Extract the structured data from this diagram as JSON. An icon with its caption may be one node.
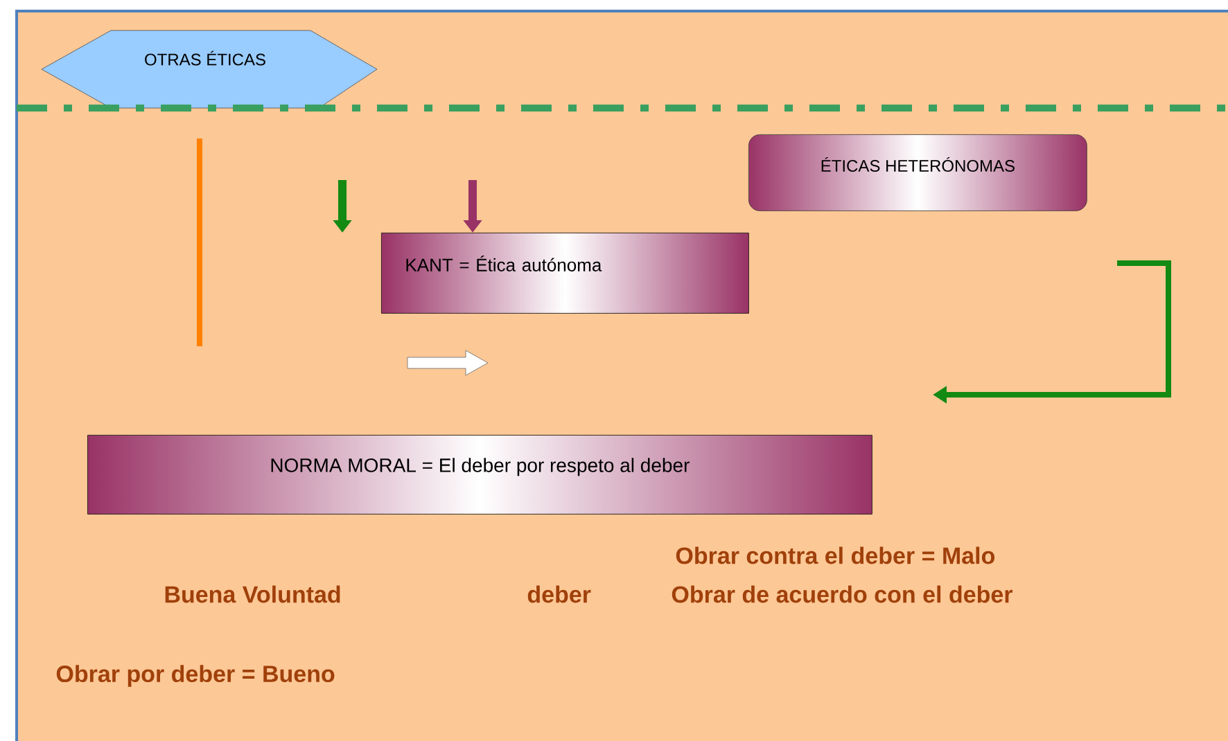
{
  "diagram": {
    "nodes": [
      {
        "text": [
          "OTRAS ÉTICAS"
        ]
      },
      {
        "text": [
          "ÉTICAS HETERÓNOMAS"
        ]
      },
      {
        "text": [
          "KANT =   Ética autónoma"
        ]
      },
      {
        "text": [
          "NORMA MORAL = El deber por respeto al deber"
        ]
      }
    ],
    "edges": [
      {
        "from": null,
        "to": 2,
        "arrow": "to"
      }
    ],
    "labels": [
      "Obrar contra el deber =   Malo",
      "Buena Voluntad",
      "deber",
      "Obrar de acuerdo con el deber",
      "Obrar por deber =  Bueno"
    ]
  }
}
